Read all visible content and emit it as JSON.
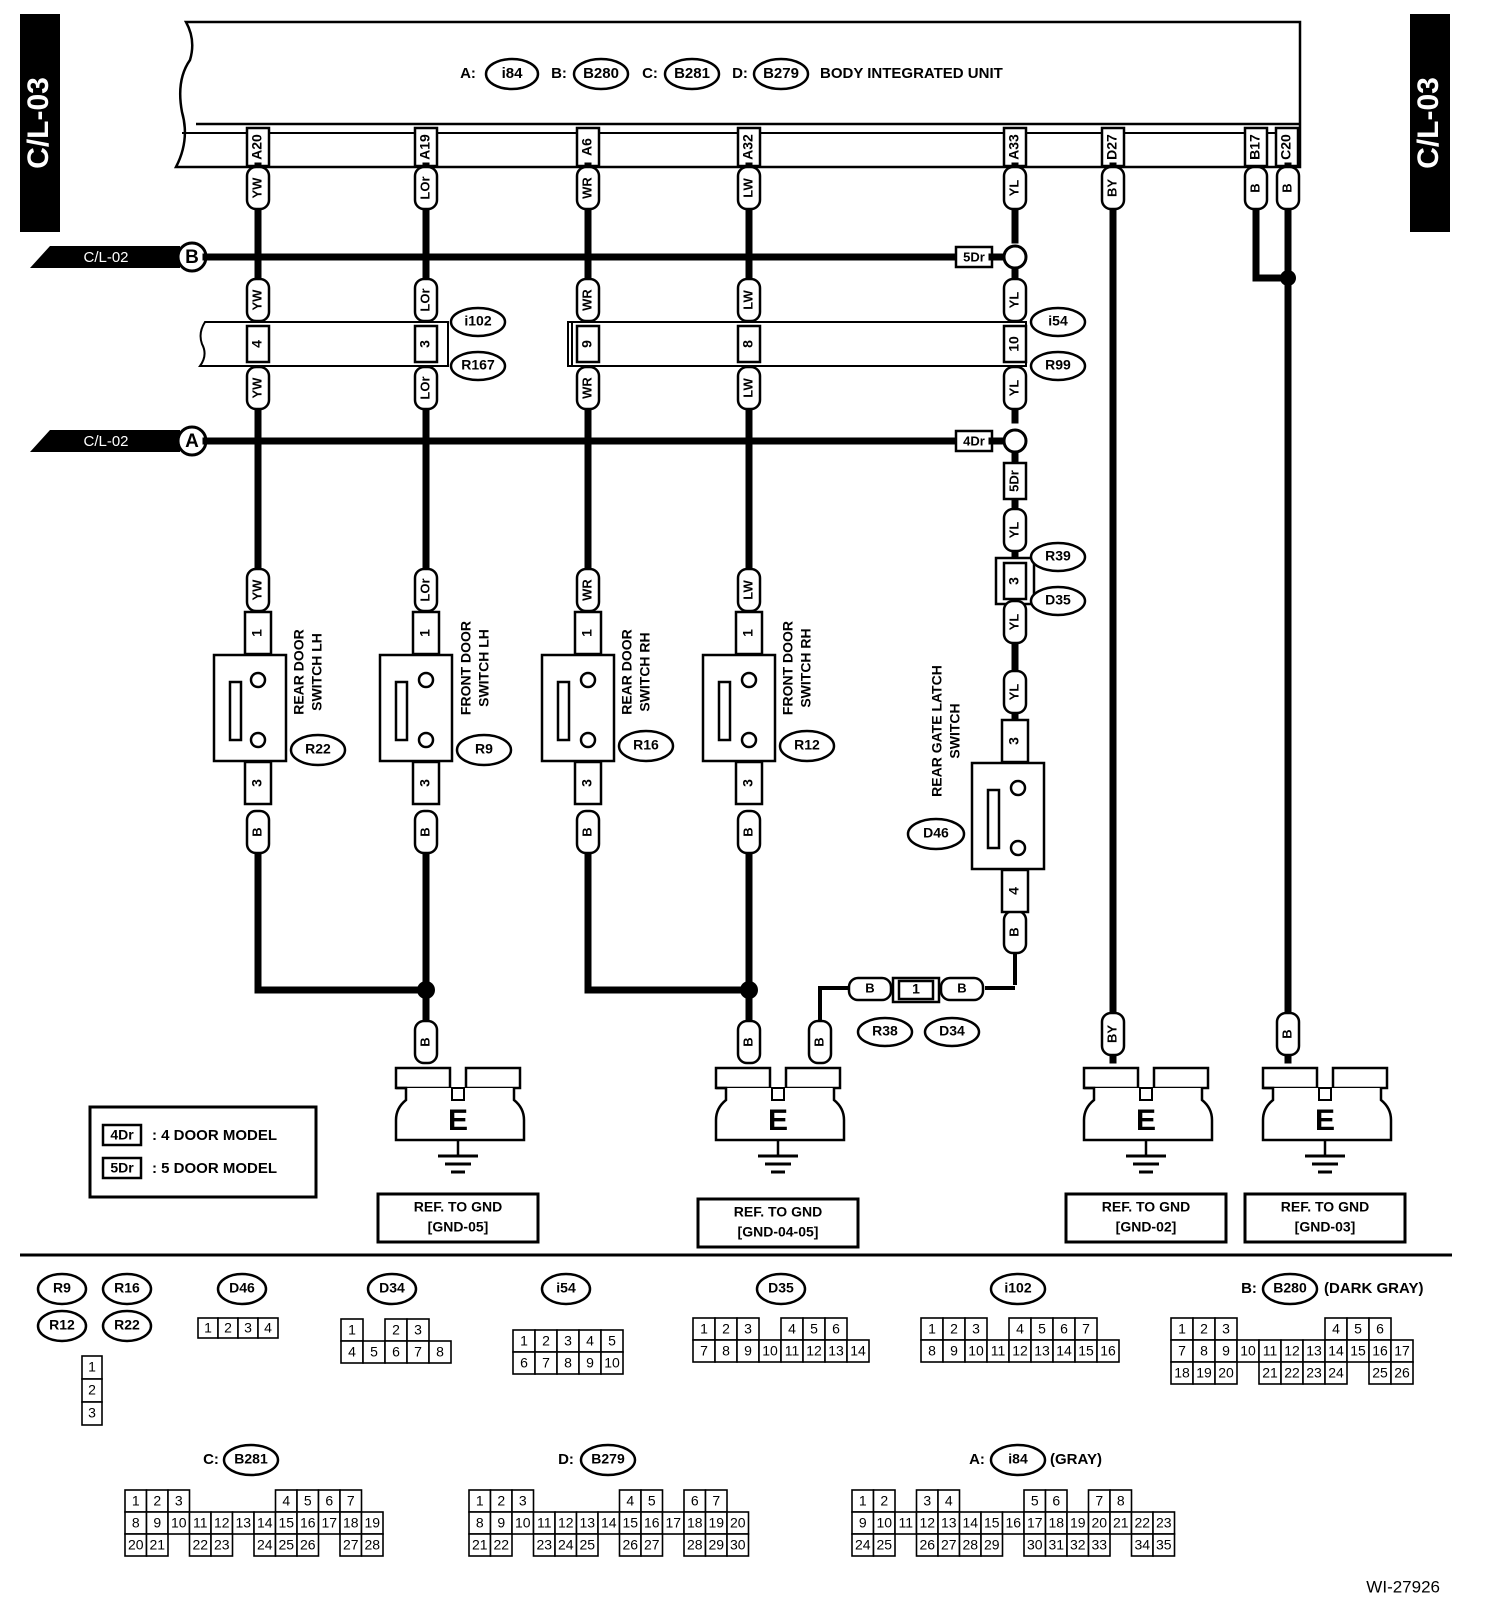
{
  "page_tabs": {
    "left": "C/L-03",
    "right": "C/L-03"
  },
  "bcm": {
    "title": "BODY INTEGRATED UNIT",
    "connectors": [
      {
        "prefix": "A:",
        "code": "i84"
      },
      {
        "prefix": "B:",
        "code": "B280"
      },
      {
        "prefix": "C:",
        "code": "B281"
      },
      {
        "prefix": "D:",
        "code": "B279"
      }
    ],
    "pins": [
      "A20",
      "A19",
      "A6",
      "A32",
      "A33",
      "D27",
      "B17",
      "C20"
    ]
  },
  "refs": {
    "b": {
      "label": "C/L-02",
      "letter": "B"
    },
    "a": {
      "label": "C/L-02",
      "letter": "A"
    }
  },
  "wire_colors": {
    "yw": "YW",
    "lor": "LOr",
    "wr": "WR",
    "lw": "LW",
    "yl": "YL",
    "by": "BY",
    "b": "B"
  },
  "model_tags": {
    "four": "4Dr",
    "five": "5Dr"
  },
  "harness": {
    "left": {
      "pin_a": "4",
      "pin_b": "3",
      "tag_top": "i102",
      "tag_bottom": "R167"
    },
    "right": {
      "pin_a": "9",
      "pin_b": "8",
      "pin_c": "10",
      "tag_top": "i54",
      "tag_bottom": "R99"
    }
  },
  "switches": {
    "rear_lh": {
      "line1": "REAR DOOR",
      "line2": "SWITCH LH",
      "connector": "R22",
      "pin_top": "1",
      "pin_bottom": "3"
    },
    "front_lh": {
      "line1": "FRONT DOOR",
      "line2": "SWITCH LH",
      "connector": "R9",
      "pin_top": "1",
      "pin_bottom": "3"
    },
    "rear_rh": {
      "line1": "REAR DOOR",
      "line2": "SWITCH RH",
      "connector": "R16",
      "pin_top": "1",
      "pin_bottom": "3"
    },
    "front_rh": {
      "line1": "FRONT DOOR",
      "line2": "SWITCH RH",
      "connector": "R12",
      "pin_top": "1",
      "pin_bottom": "3"
    },
    "gate": {
      "line1": "REAR GATE LATCH",
      "line2": "SWITCH",
      "connector": "D46",
      "pin_top": "3",
      "pin_bottom": "4"
    }
  },
  "gate_inline": {
    "pin": "3",
    "tag_top": "R39",
    "tag_bottom": "D35"
  },
  "b_inline": {
    "pin": "1",
    "tag_left": "R38",
    "tag_right": "D34"
  },
  "grounds": [
    {
      "symbol": "E",
      "ref_line1": "REF. TO GND",
      "ref_line2": "[GND-05]"
    },
    {
      "symbol": "E",
      "ref_line1": "REF. TO GND",
      "ref_line2": "[GND-04-05]"
    },
    {
      "symbol": "E",
      "ref_line1": "REF. TO GND",
      "ref_line2": "[GND-02]"
    },
    {
      "symbol": "E",
      "ref_line1": "REF. TO GND",
      "ref_line2": "[GND-03]"
    }
  ],
  "legend": [
    {
      "tag": "4Dr",
      "text": ": 4 DOOR MODEL"
    },
    {
      "tag": "5Dr",
      "text": ": 5 DOOR MODEL"
    }
  ],
  "connector_views": {
    "sw_labels": [
      "R9",
      "R16",
      "R12",
      "R22"
    ],
    "sw_pins": [
      "1",
      "2",
      "3"
    ],
    "d46": {
      "label": "D46",
      "rows": [
        [
          "1",
          "2",
          "3",
          "4"
        ]
      ]
    },
    "d34": {
      "label": "D34",
      "rows": [
        [
          "1",
          "",
          "2",
          "3"
        ],
        [
          "4",
          "5",
          "6",
          "7",
          "8"
        ]
      ]
    },
    "i54": {
      "label": "i54",
      "rows": [
        [
          "1",
          "2",
          "3",
          "4",
          "5"
        ],
        [
          "6",
          "7",
          "8",
          "9",
          "10"
        ]
      ]
    },
    "d35": {
      "label": "D35",
      "rows": [
        [
          "1",
          "2",
          "3",
          "",
          "4",
          "5",
          "6"
        ],
        [
          "7",
          "8",
          "9",
          "10",
          "11",
          "12",
          "13",
          "14"
        ]
      ]
    },
    "i102": {
      "label": "i102",
      "rows": [
        [
          "1",
          "2",
          "3",
          "",
          "4",
          "5",
          "6",
          "7"
        ],
        [
          "8",
          "9",
          "10",
          "11",
          "12",
          "13",
          "14",
          "15",
          "16"
        ]
      ]
    },
    "b280": {
      "prefix": "B:",
      "label": "B280",
      "note": "(DARK GRAY)",
      "rows": [
        [
          "1",
          "2",
          "3",
          "",
          "",
          "",
          "",
          "4",
          "5",
          "6"
        ],
        [
          "7",
          "8",
          "9",
          "10",
          "11",
          "12",
          "13",
          "14",
          "15",
          "16",
          "17"
        ],
        [
          "18",
          "19",
          "20",
          "",
          "21",
          "22",
          "23",
          "24",
          "",
          "25",
          "26"
        ]
      ]
    },
    "b281": {
      "prefix": "C:",
      "label": "B281",
      "rows": [
        [
          "1",
          "2",
          "3",
          "",
          "",
          "",
          "",
          "4",
          "5",
          "6",
          "7"
        ],
        [
          "8",
          "9",
          "10",
          "11",
          "12",
          "13",
          "14",
          "15",
          "16",
          "17",
          "18",
          "19"
        ],
        [
          "20",
          "21",
          "",
          "22",
          "23",
          "",
          "24",
          "25",
          "26",
          "",
          "27",
          "28"
        ]
      ]
    },
    "b279": {
      "prefix": "D:",
      "label": "B279",
      "rows": [
        [
          "1",
          "2",
          "3",
          "",
          "",
          "",
          "",
          "4",
          "5",
          "",
          "6",
          "7"
        ],
        [
          "8",
          "9",
          "10",
          "11",
          "12",
          "13",
          "14",
          "15",
          "16",
          "17",
          "18",
          "19",
          "20"
        ],
        [
          "21",
          "22",
          "",
          "23",
          "24",
          "25",
          "",
          "26",
          "27",
          "",
          "28",
          "29",
          "30"
        ]
      ]
    },
    "i84": {
      "prefix": "A:",
      "label": "i84",
      "note": "(GRAY)",
      "rows": [
        [
          "1",
          "2",
          "",
          "3",
          "4",
          "",
          "",
          "",
          "5",
          "6",
          "",
          "7",
          "8"
        ],
        [
          "9",
          "10",
          "11",
          "12",
          "13",
          "14",
          "15",
          "16",
          "17",
          "18",
          "19",
          "20",
          "21",
          "22",
          "23"
        ],
        [
          "24",
          "25",
          "",
          "26",
          "27",
          "28",
          "29",
          "",
          "30",
          "31",
          "32",
          "33",
          "",
          "34",
          "35"
        ]
      ]
    }
  },
  "figure_id": "WI-27926"
}
